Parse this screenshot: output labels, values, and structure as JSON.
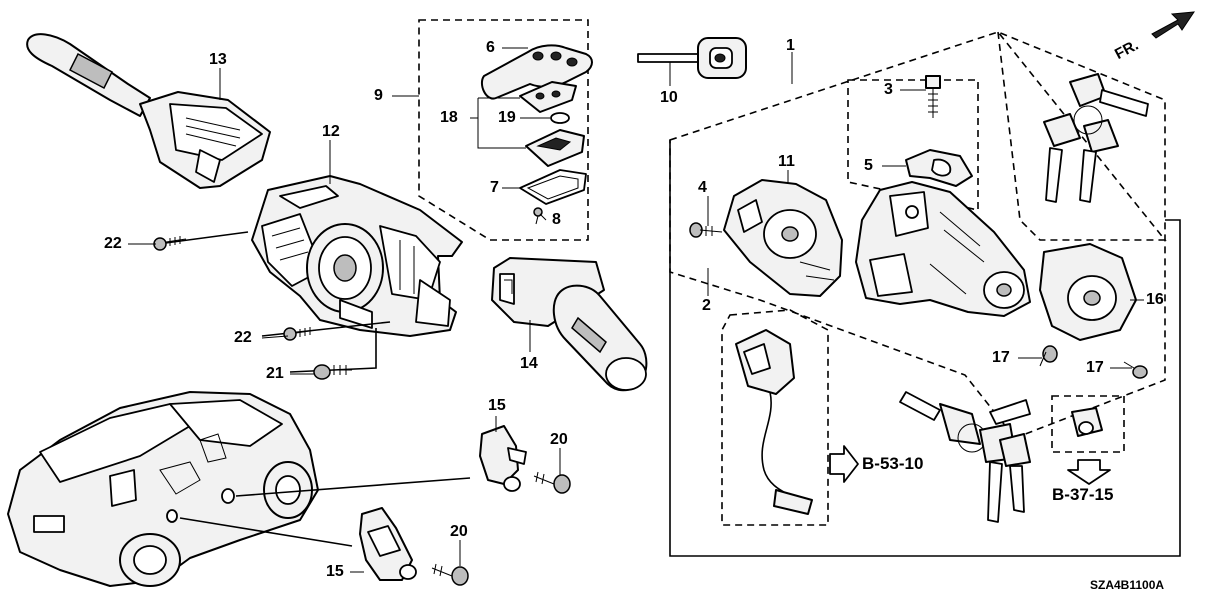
{
  "callouts": {
    "c1": "1",
    "c2": "2",
    "c3": "3",
    "c4": "4",
    "c5": "5",
    "c6": "6",
    "c7": "7",
    "c8": "8",
    "c9": "9",
    "c10": "10",
    "c11": "11",
    "c12": "12",
    "c13": "13",
    "c14": "14",
    "c15a": "15",
    "c15b": "15",
    "c16": "16",
    "c17a": "17",
    "c17b": "17",
    "c18": "18",
    "c19": "19",
    "c20a": "20",
    "c20b": "20",
    "c21": "21",
    "c22a": "22",
    "c22b": "22"
  },
  "references": {
    "ref1": "B-53-10",
    "ref2": "B-37-15"
  },
  "direction": "FR.",
  "diagram_code": "SZA4B1100A",
  "colors": {
    "line": "#000000",
    "background": "#ffffff",
    "part_fill": "#f2f2f2",
    "shade": "#bdbdbd"
  }
}
